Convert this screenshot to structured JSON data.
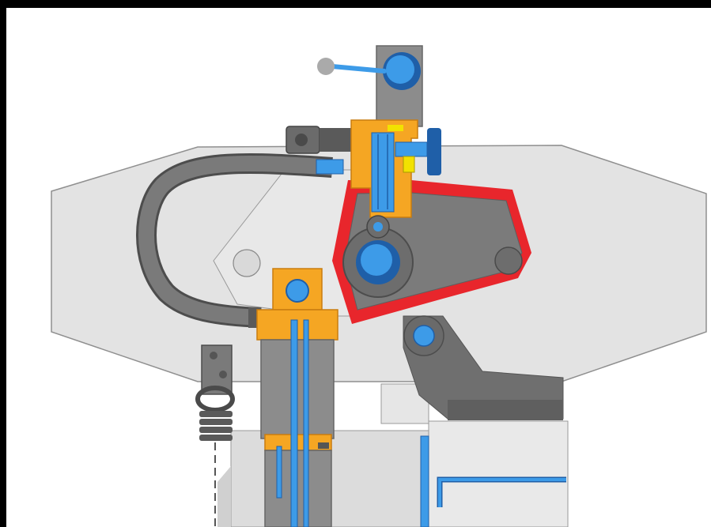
{
  "diagram": {
    "kind": "mechanical-assembly-cutaway",
    "labels": [],
    "colors": {
      "frame": "#000000",
      "paper": "#ffffff",
      "housing": "#e2e2e2",
      "arm": "#8a8a8a",
      "dark_metal": "#6b6b6b",
      "bracket": "#f5a623",
      "shaft": "#3d9be8",
      "shaft_dark": "#1f5fa8",
      "seal": "#e8262c",
      "hose": "#6e6e6e",
      "accent_yellow": "#f2e200"
    },
    "components": [
      "top-post",
      "lever-handle",
      "upper-bracket",
      "adjuster-screw",
      "hose",
      "side-housing",
      "red-seal-plate",
      "cam-arm",
      "pivot-disk",
      "lower-bracket",
      "piston-cylinder",
      "push-rods",
      "spring-coil",
      "lower-arm",
      "bottom-block"
    ]
  }
}
